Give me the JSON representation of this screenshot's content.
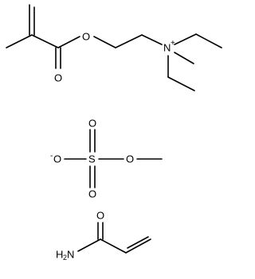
{
  "molecule_1": {
    "ester_oxygen": "O",
    "carbonyl_oxygen": "O",
    "nitrogen": "N",
    "nitrogen_charge": "+"
  },
  "molecule_2": {
    "anion_oxygen": "O",
    "anion_charge": "-",
    "sulfur": "S",
    "upper_oxygen": "O",
    "lower_oxygen": "O",
    "methoxy_oxygen": "O"
  },
  "molecule_3": {
    "carbonyl_oxygen": "O",
    "amide_nitrogen": "N",
    "amide_hydrogen": "H",
    "amide_hydrogen_count": "2"
  },
  "colors": {
    "ink": "#000000",
    "background": "#ffffff"
  }
}
